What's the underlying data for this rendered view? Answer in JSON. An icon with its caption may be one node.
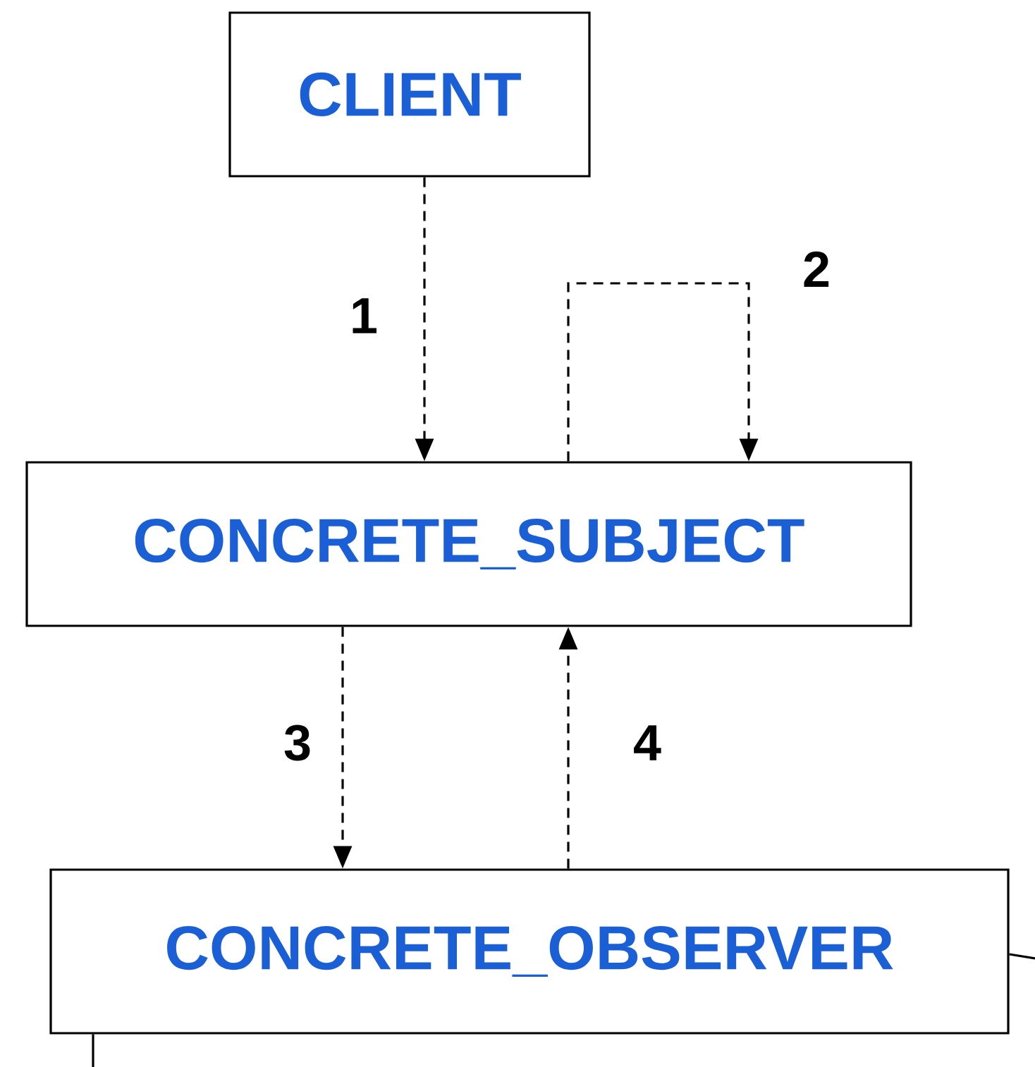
{
  "diagram": {
    "nodes": [
      {
        "text": [
          "CLIENT"
        ]
      },
      {
        "text": [
          "CONCRETE_SUBJECT"
        ]
      },
      {
        "text": [
          "CONCRETE_OBSERVER"
        ]
      }
    ],
    "edges": [
      {
        "from": 0,
        "to": 1,
        "arrow": "to",
        "label": "1",
        "style": "dashed"
      },
      {
        "from": 1,
        "to": 1,
        "arrow": "to",
        "label": "2",
        "style": "dashed"
      },
      {
        "from": 1,
        "to": 2,
        "arrow": "to",
        "label": "3",
        "style": "dashed"
      },
      {
        "from": 2,
        "to": 1,
        "arrow": "to",
        "label": "4",
        "style": "dashed"
      },
      {
        "from": 2,
        "to": null,
        "arrow": "none"
      },
      {
        "from": 2,
        "to": null,
        "arrow": "none"
      }
    ]
  }
}
